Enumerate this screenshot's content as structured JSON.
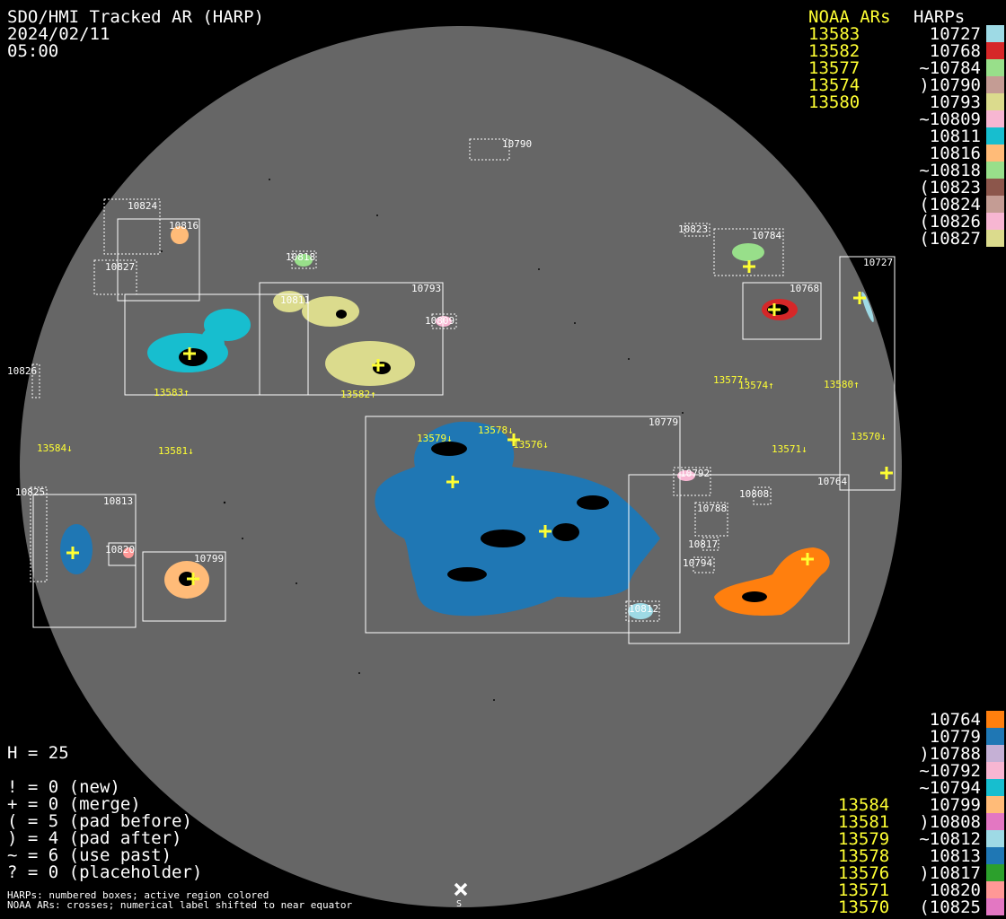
{
  "header": {
    "title": "SDO/HMI Tracked AR (HARP)",
    "date": "2024/02/11",
    "time": "05:00"
  },
  "legend_top": {
    "noaa_header": "NOAA ARs",
    "harp_header": "HARPs",
    "noaa": [
      "13583",
      "13582",
      "13577",
      "13574",
      "13580"
    ],
    "harps": [
      {
        "label": "10727",
        "color": "#9edae5"
      },
      {
        "label": "10768",
        "color": "#d62728"
      },
      {
        "label": "~10784",
        "color": "#98df8a"
      },
      {
        "label": ")10790",
        "color": "#c49c94"
      },
      {
        "label": "10793",
        "color": "#dbdb8d"
      },
      {
        "label": "~10809",
        "color": "#f7b6d2"
      },
      {
        "label": "10811",
        "color": "#17becf"
      },
      {
        "label": "10816",
        "color": "#ffbb78"
      },
      {
        "label": "~10818",
        "color": "#98df8a"
      },
      {
        "label": "(10823",
        "color": "#8c564b"
      },
      {
        "label": "(10824",
        "color": "#c49c94"
      },
      {
        "label": "(10826",
        "color": "#f7b6d2"
      },
      {
        "label": "(10827",
        "color": "#dbdb8d"
      }
    ]
  },
  "legend_bottom": {
    "noaa": [
      "13584",
      "13581",
      "13579",
      "13578",
      "13576",
      "13571",
      "13570"
    ],
    "harps": [
      {
        "label": "10764",
        "color": "#ff7f0e"
      },
      {
        "label": "10779",
        "color": "#1f77b4"
      },
      {
        "label": ")10788",
        "color": "#c5b0d5"
      },
      {
        "label": "~10792",
        "color": "#f7b6d2"
      },
      {
        "label": "~10794",
        "color": "#17becf"
      },
      {
        "label": "10799",
        "color": "#ffbb78"
      },
      {
        "label": ")10808",
        "color": "#e377c2"
      },
      {
        "label": "~10812",
        "color": "#9edae5"
      },
      {
        "label": "10813",
        "color": "#1f77b4"
      },
      {
        "label": ")10817",
        "color": "#2ca02c"
      },
      {
        "label": "10820",
        "color": "#ff9896"
      },
      {
        "label": "(10825",
        "color": "#e377c2"
      }
    ]
  },
  "stats": {
    "h": "H = 25",
    "lines": [
      "! = 0 (new)",
      "+ = 0 (merge)",
      "( = 5 (pad before)",
      ") = 4 (pad after)",
      "~ = 6 (use past)",
      "? = 0 (placeholder)"
    ]
  },
  "notes": [
    "HARPs: numbered boxes; active region colored",
    "NOAA ARs: crosses; numerical label shifted to near equator"
  ],
  "south_marker": "S",
  "disk": {
    "harp_labels": {
      "h10790": "10790",
      "h10824": "10824",
      "h10816": "10816",
      "h10827": "10827",
      "h10818": "10818",
      "h10811": "10811",
      "h10793": "10793",
      "h10809": "10809",
      "h10823": "10823",
      "h10784": "10784",
      "h10768": "10768",
      "h10727": "10727",
      "h10826": "10826",
      "h10825": "10825",
      "h10813": "10813",
      "h10820": "10820",
      "h10799": "10799",
      "h10779": "10779",
      "h10764": "10764",
      "h10792": "10792",
      "h10808": "10808",
      "h10788": "10788",
      "h10817": "10817",
      "h10794": "10794",
      "h10812": "10812"
    },
    "noaa_labels": {
      "n13583": "13583↑",
      "n13582": "13582↑",
      "n13577": "13577↑",
      "n13574": "13574↑",
      "n13580": "13580↑",
      "n13584": "13584↓",
      "n13581": "13581↓",
      "n13579": "13579↓",
      "n13578": "13578↓",
      "n13576": "13576↓",
      "n13571": "13571↓",
      "n13570": "13570↓"
    }
  }
}
